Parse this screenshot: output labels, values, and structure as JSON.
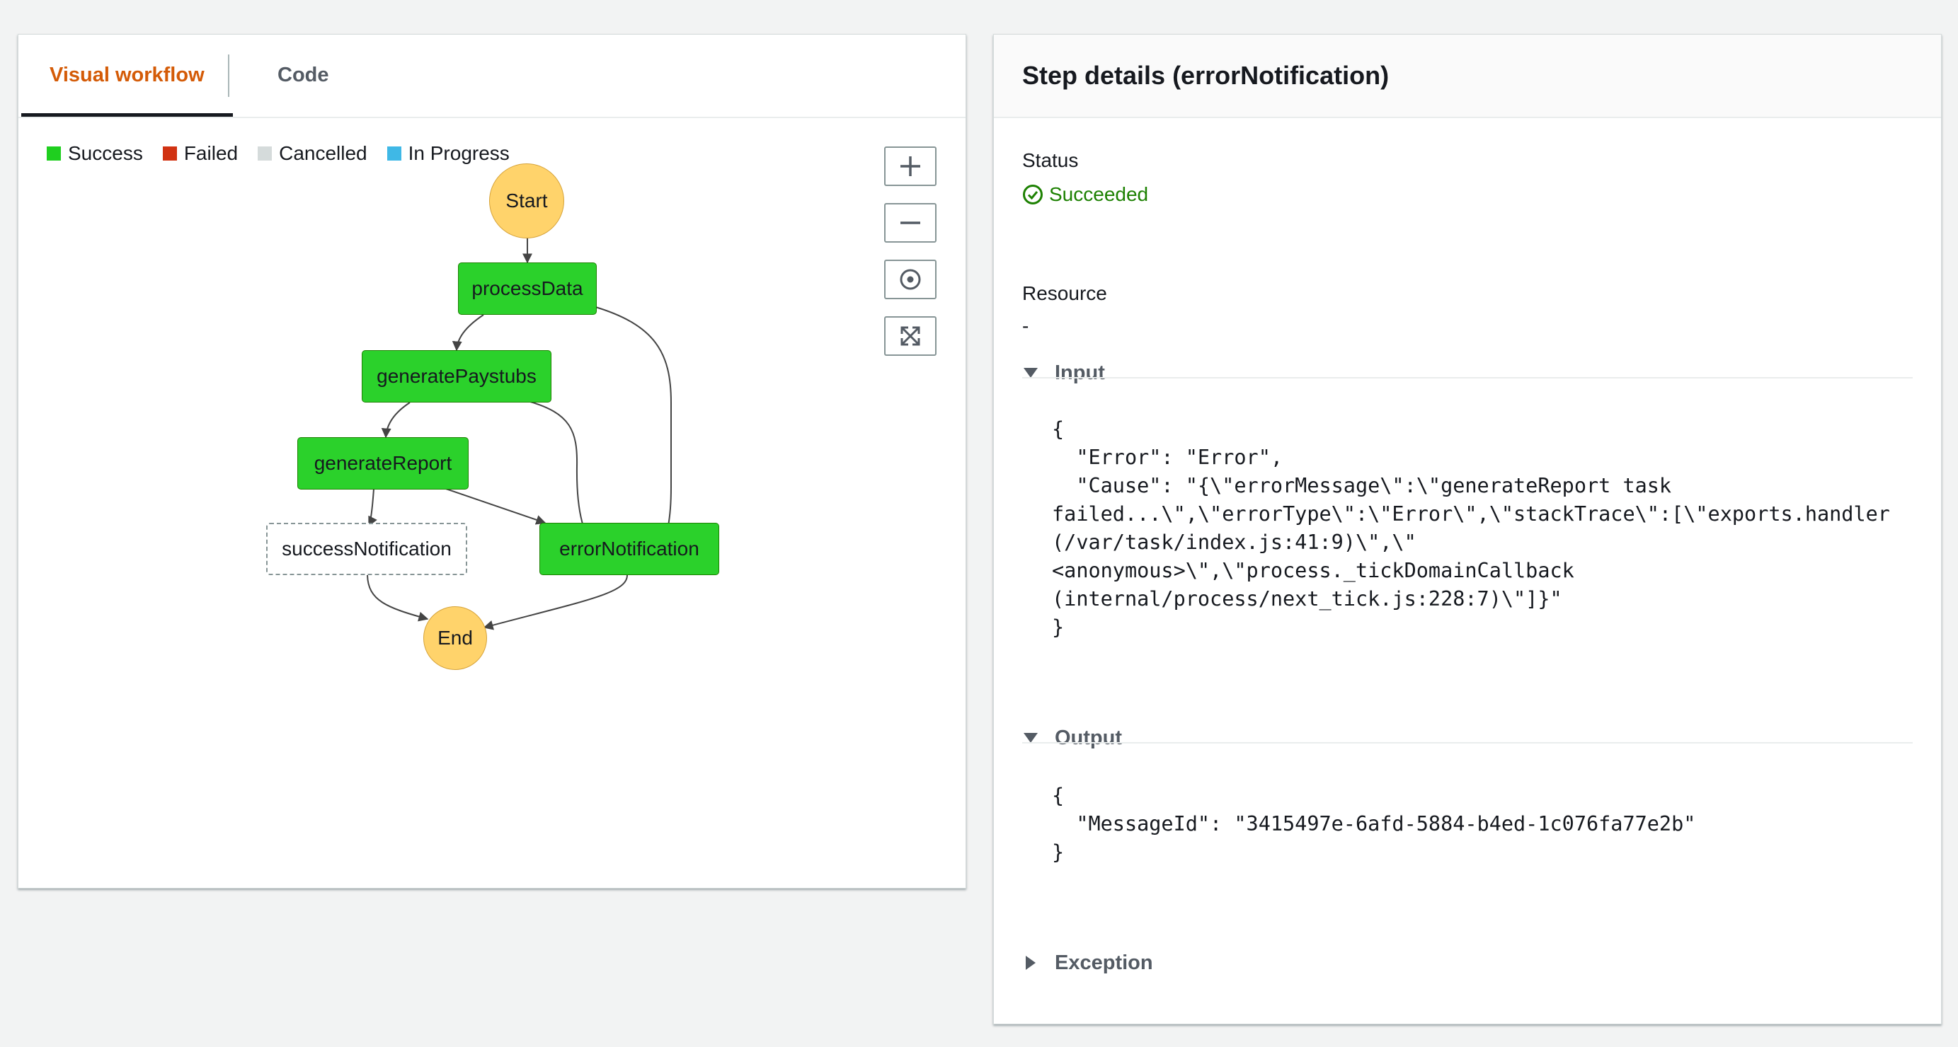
{
  "left_panel": {
    "tabs": [
      {
        "label": "Visual workflow",
        "active": true
      },
      {
        "label": "Code",
        "active": false
      }
    ],
    "legend": [
      {
        "label": "Success",
        "color": "#1fcf1f"
      },
      {
        "label": "Failed",
        "color": "#d13212"
      },
      {
        "label": "Cancelled",
        "color": "#d5dbdb"
      },
      {
        "label": "In Progress",
        "color": "#3fb8e6"
      }
    ],
    "graph": {
      "nodes": [
        {
          "id": "start",
          "label": "Start",
          "status": "terminal"
        },
        {
          "id": "processData",
          "label": "processData",
          "status": "success"
        },
        {
          "id": "generatePaystubs",
          "label": "generatePaystubs",
          "status": "success"
        },
        {
          "id": "generateReport",
          "label": "generateReport",
          "status": "success"
        },
        {
          "id": "successNotification",
          "label": "successNotification",
          "status": "not-run"
        },
        {
          "id": "errorNotification",
          "label": "errorNotification",
          "status": "success"
        },
        {
          "id": "end",
          "label": "End",
          "status": "terminal"
        }
      ],
      "edges": [
        [
          "start",
          "processData"
        ],
        [
          "processData",
          "generatePaystubs"
        ],
        [
          "processData",
          "errorNotification"
        ],
        [
          "generatePaystubs",
          "generateReport"
        ],
        [
          "generatePaystubs",
          "errorNotification"
        ],
        [
          "generateReport",
          "successNotification"
        ],
        [
          "generateReport",
          "errorNotification"
        ],
        [
          "successNotification",
          "end"
        ],
        [
          "errorNotification",
          "end"
        ]
      ]
    },
    "zoom_controls": [
      {
        "name": "zoom-in",
        "icon": "plus-icon"
      },
      {
        "name": "zoom-out",
        "icon": "minus-icon"
      },
      {
        "name": "center",
        "icon": "target-icon"
      },
      {
        "name": "fit",
        "icon": "expand-icon"
      }
    ]
  },
  "right_panel": {
    "title": "Step details (errorNotification)",
    "status_label": "Status",
    "status_value": "Succeeded",
    "status_color": "#1d8102",
    "resource_label": "Resource",
    "resource_value": "-",
    "input": {
      "label": "Input",
      "expanded": true,
      "text": "{\n  \"Error\": \"Error\",\n  \"Cause\": \"{\\\"errorMessage\\\":\\\"generateReport task\nfailed...\\\",\\\"errorType\\\":\\\"Error\\\",\\\"stackTrace\\\":[\\\"exports.handler\n(/var/task/index.js:41:9)\\\",\\\"\n<anonymous>\\\",\\\"process._tickDomainCallback\n(internal/process/next_tick.js:228:7)\\\"]}\"\n}"
    },
    "output": {
      "label": "Output",
      "expanded": true,
      "text": "{\n  \"MessageId\": \"3415497e-6afd-5884-b4ed-1c076fa77e2b\"\n}"
    },
    "exception": {
      "label": "Exception",
      "expanded": false
    }
  }
}
